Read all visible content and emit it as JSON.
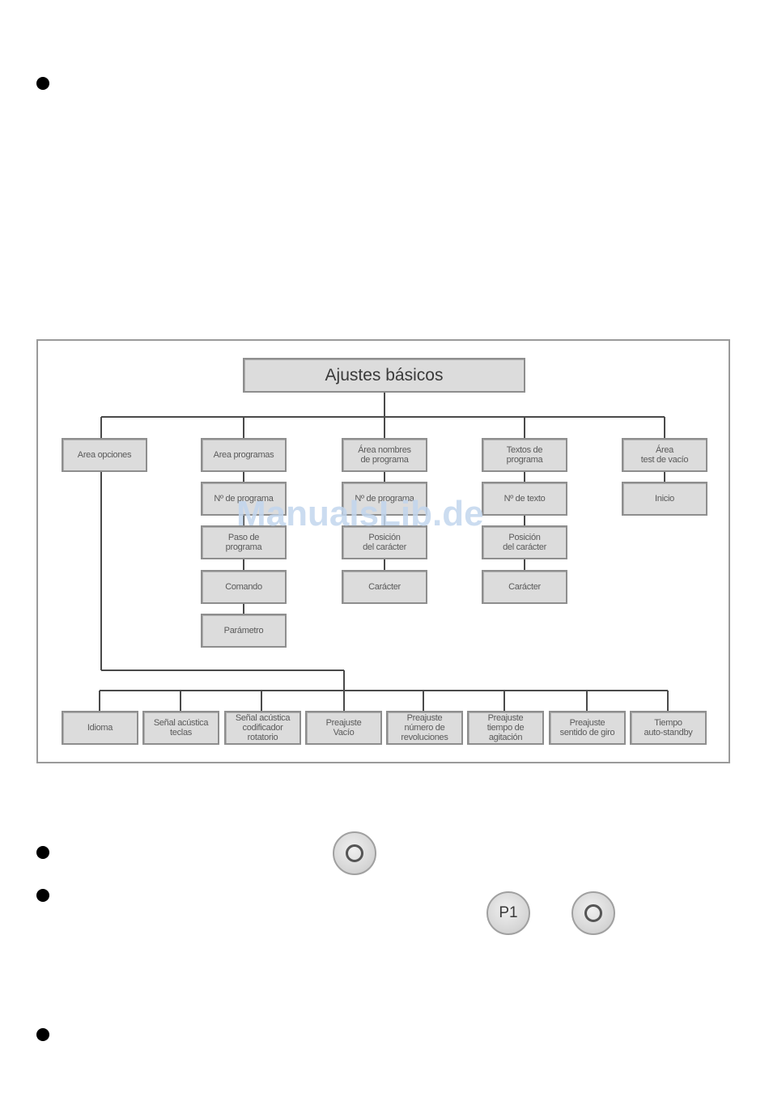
{
  "diagram": {
    "root": "Ajustes básicos",
    "columns": [
      {
        "items": [
          "Area opciones"
        ]
      },
      {
        "items": [
          "Area programas",
          "Nº de programa",
          "Paso de\nprograma",
          "Comando",
          "Parámetro"
        ]
      },
      {
        "items": [
          "Área nombres\nde programa",
          "Nº de programa",
          "Posición\ndel carácter",
          "Carácter"
        ]
      },
      {
        "items": [
          "Textos de\nprograma",
          "Nº de texto",
          "Posición\ndel carácter",
          "Carácter"
        ]
      },
      {
        "items": [
          "Área\ntest de vacío",
          "Inicio"
        ]
      }
    ],
    "options": [
      "Idioma",
      "Señal acústica\nteclas",
      "Señal acústica\ncodificador\nrotatorio",
      "Preajuste\nVacío",
      "Preajuste\nnúmero de\nrevoluciones",
      "Preajuste\ntiempo de\nagitación",
      "Preajuste\nsentido de giro",
      "Tiempo\nauto-standby"
    ]
  },
  "watermark": "ManualsLib.de",
  "buttons": {
    "p1_label": "P1"
  }
}
